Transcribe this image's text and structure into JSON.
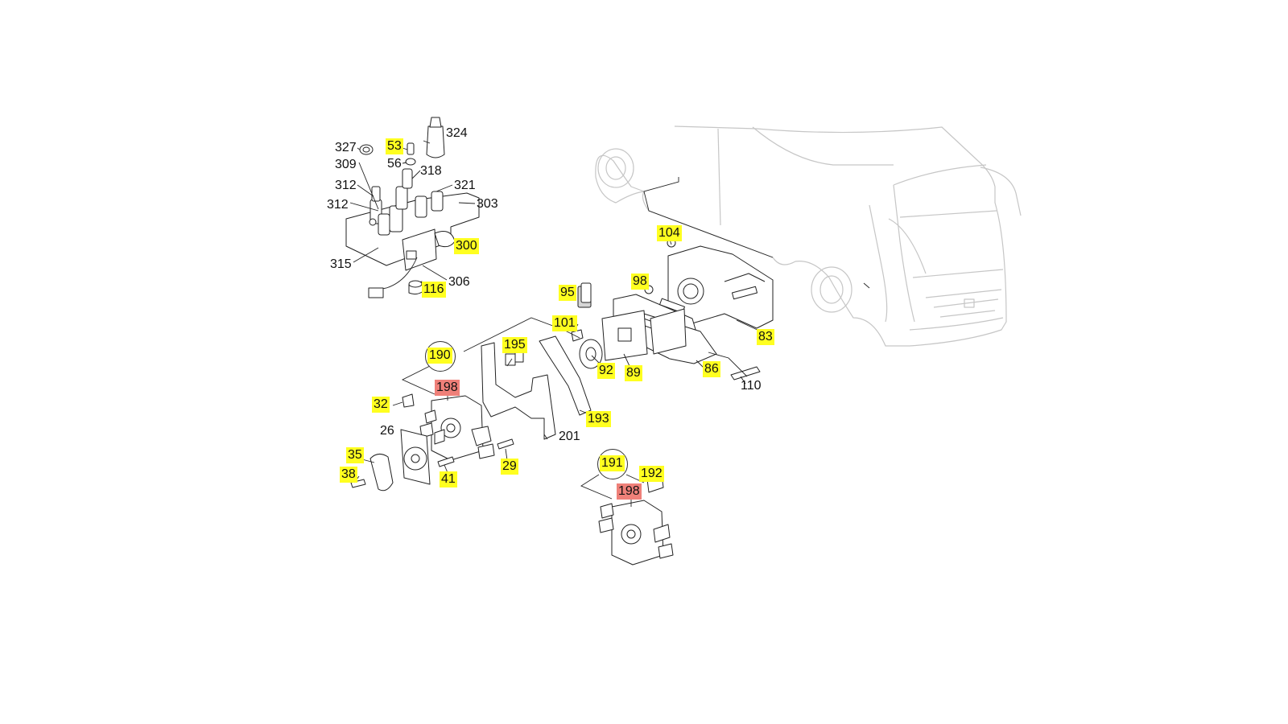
{
  "diagram": {
    "colors": {
      "highlight_yellow": "#ffff20",
      "highlight_red": "#ef8079",
      "bus_outline": "#c6c6c6",
      "line": "#222222"
    },
    "callouts": [
      {
        "id": "c327",
        "text": "327",
        "style": "plain"
      },
      {
        "id": "c53",
        "text": "53",
        "style": "yellow"
      },
      {
        "id": "c324",
        "text": "324",
        "style": "plain"
      },
      {
        "id": "c309",
        "text": "309",
        "style": "plain"
      },
      {
        "id": "c56",
        "text": "56",
        "style": "plain"
      },
      {
        "id": "c318",
        "text": "318",
        "style": "plain"
      },
      {
        "id": "c312a",
        "text": "312",
        "style": "plain"
      },
      {
        "id": "c321",
        "text": "321",
        "style": "plain"
      },
      {
        "id": "c312b",
        "text": "312",
        "style": "plain"
      },
      {
        "id": "c303",
        "text": "303",
        "style": "plain"
      },
      {
        "id": "c300",
        "text": "300",
        "style": "yellow"
      },
      {
        "id": "c315",
        "text": "315",
        "style": "plain"
      },
      {
        "id": "c306",
        "text": "306",
        "style": "plain"
      },
      {
        "id": "c116",
        "text": "116",
        "style": "yellow"
      },
      {
        "id": "c104",
        "text": "104",
        "style": "yellow"
      },
      {
        "id": "c98",
        "text": "98",
        "style": "yellow"
      },
      {
        "id": "c95",
        "text": "95",
        "style": "yellow"
      },
      {
        "id": "c101",
        "text": "101",
        "style": "yellow"
      },
      {
        "id": "c83",
        "text": "83",
        "style": "yellow"
      },
      {
        "id": "c195",
        "text": "195",
        "style": "yellow"
      },
      {
        "id": "c190",
        "text": "190",
        "style": "circled"
      },
      {
        "id": "c92",
        "text": "92",
        "style": "yellow"
      },
      {
        "id": "c89",
        "text": "89",
        "style": "yellow"
      },
      {
        "id": "c86",
        "text": "86",
        "style": "yellow"
      },
      {
        "id": "c110",
        "text": "110",
        "style": "plain"
      },
      {
        "id": "c198a",
        "text": "198",
        "style": "red"
      },
      {
        "id": "c32",
        "text": "32",
        "style": "yellow"
      },
      {
        "id": "c193",
        "text": "193",
        "style": "yellow"
      },
      {
        "id": "c26",
        "text": "26",
        "style": "plain"
      },
      {
        "id": "c201",
        "text": "201",
        "style": "plain"
      },
      {
        "id": "c35",
        "text": "35",
        "style": "yellow"
      },
      {
        "id": "c29",
        "text": "29",
        "style": "yellow"
      },
      {
        "id": "c38",
        "text": "38",
        "style": "yellow"
      },
      {
        "id": "c41",
        "text": "41",
        "style": "yellow"
      },
      {
        "id": "c191",
        "text": "191",
        "style": "circled"
      },
      {
        "id": "c192",
        "text": "192",
        "style": "yellow"
      },
      {
        "id": "c198b",
        "text": "198",
        "style": "red"
      }
    ]
  }
}
